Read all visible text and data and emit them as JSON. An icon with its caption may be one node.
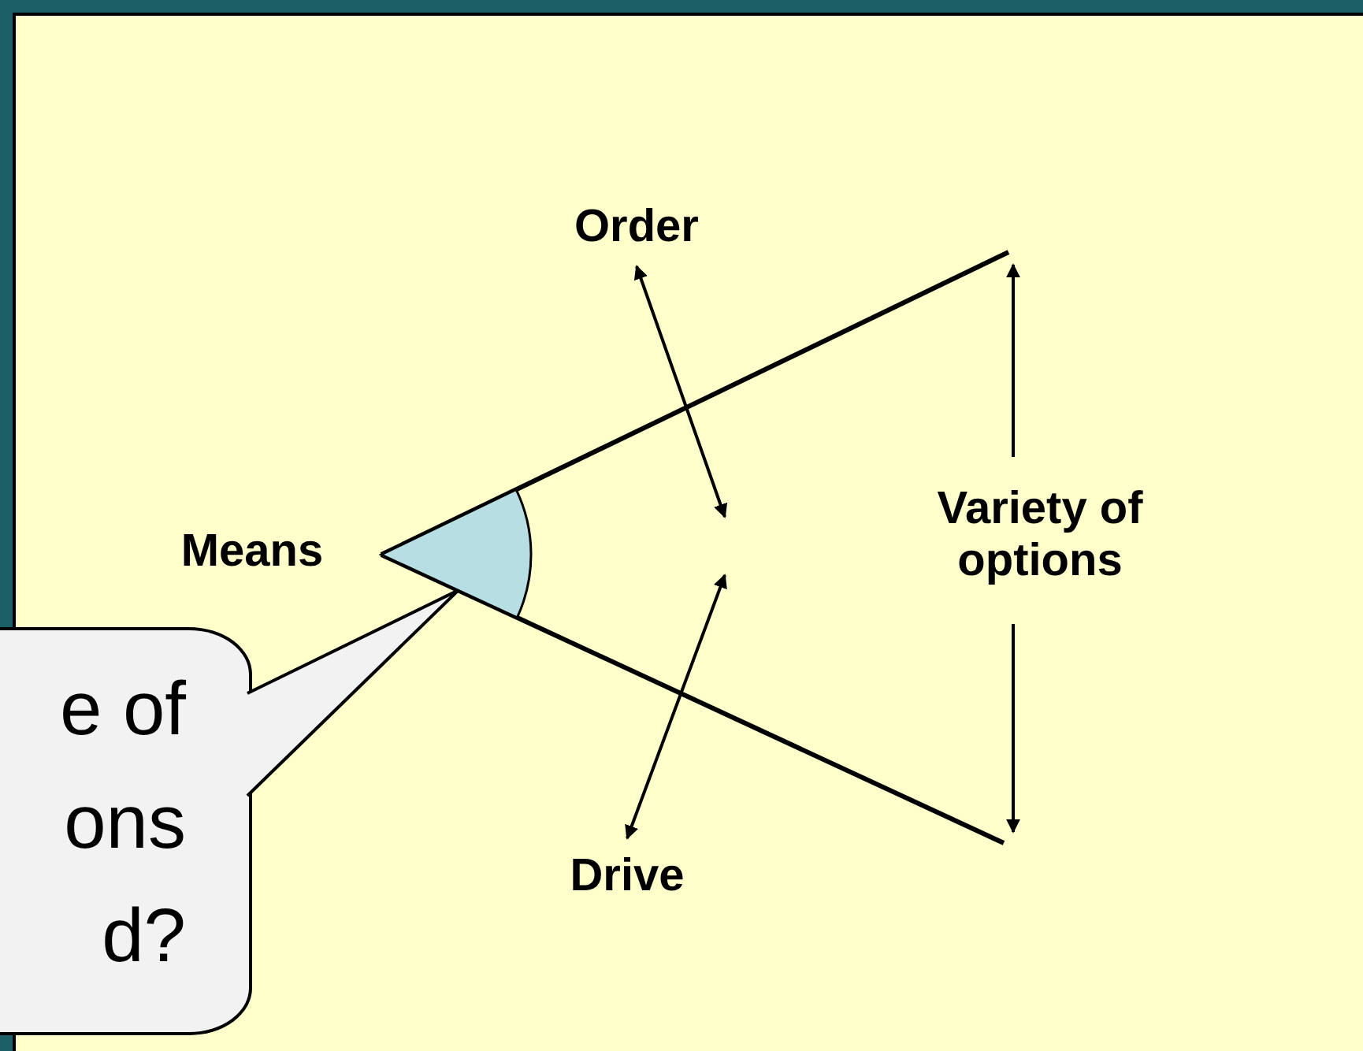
{
  "diagram": {
    "nodes": [
      {
        "text": [
          "Order"
        ]
      },
      {
        "text": [],
        "shape": "wedge"
      },
      {
        "text": [
          "e of ons d?"
        ]
      },
      {
        "text": [
          "Drive"
        ]
      }
    ],
    "edges": [
      {
        "from": 0,
        "to": null,
        "arrow": "both"
      },
      {
        "from": 3,
        "to": null,
        "arrow": "both"
      },
      {
        "from": 2,
        "to": 1,
        "arrow": "none"
      }
    ],
    "labels": [
      "Means",
      "Variety of options"
    ]
  }
}
